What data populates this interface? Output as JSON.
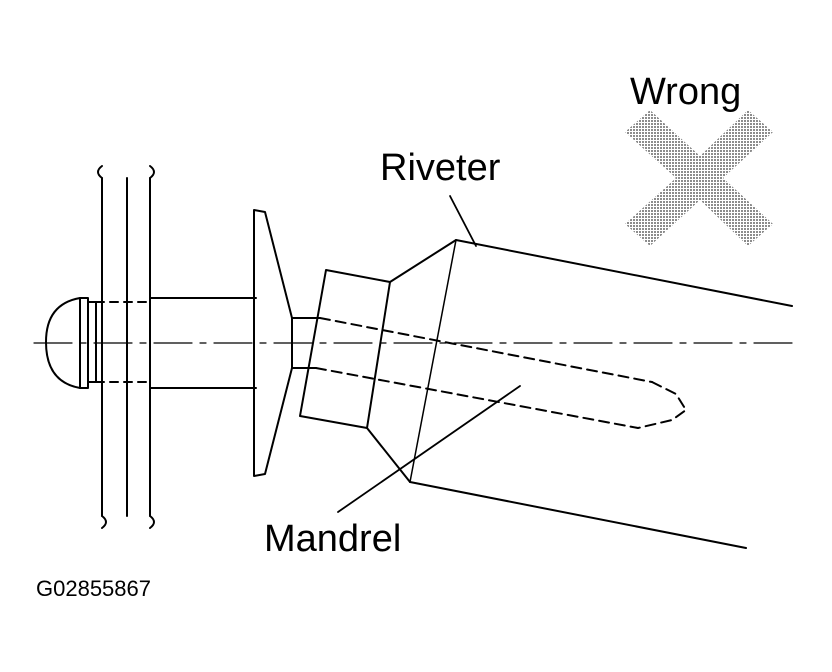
{
  "labels": {
    "wrong": "Wrong",
    "riveter": "Riveter",
    "mandrel": "Mandrel",
    "figure_id": "G02855867"
  },
  "colors": {
    "line": "#000000",
    "background": "#ffffff",
    "wrong_mark": "#9a9a9a"
  }
}
